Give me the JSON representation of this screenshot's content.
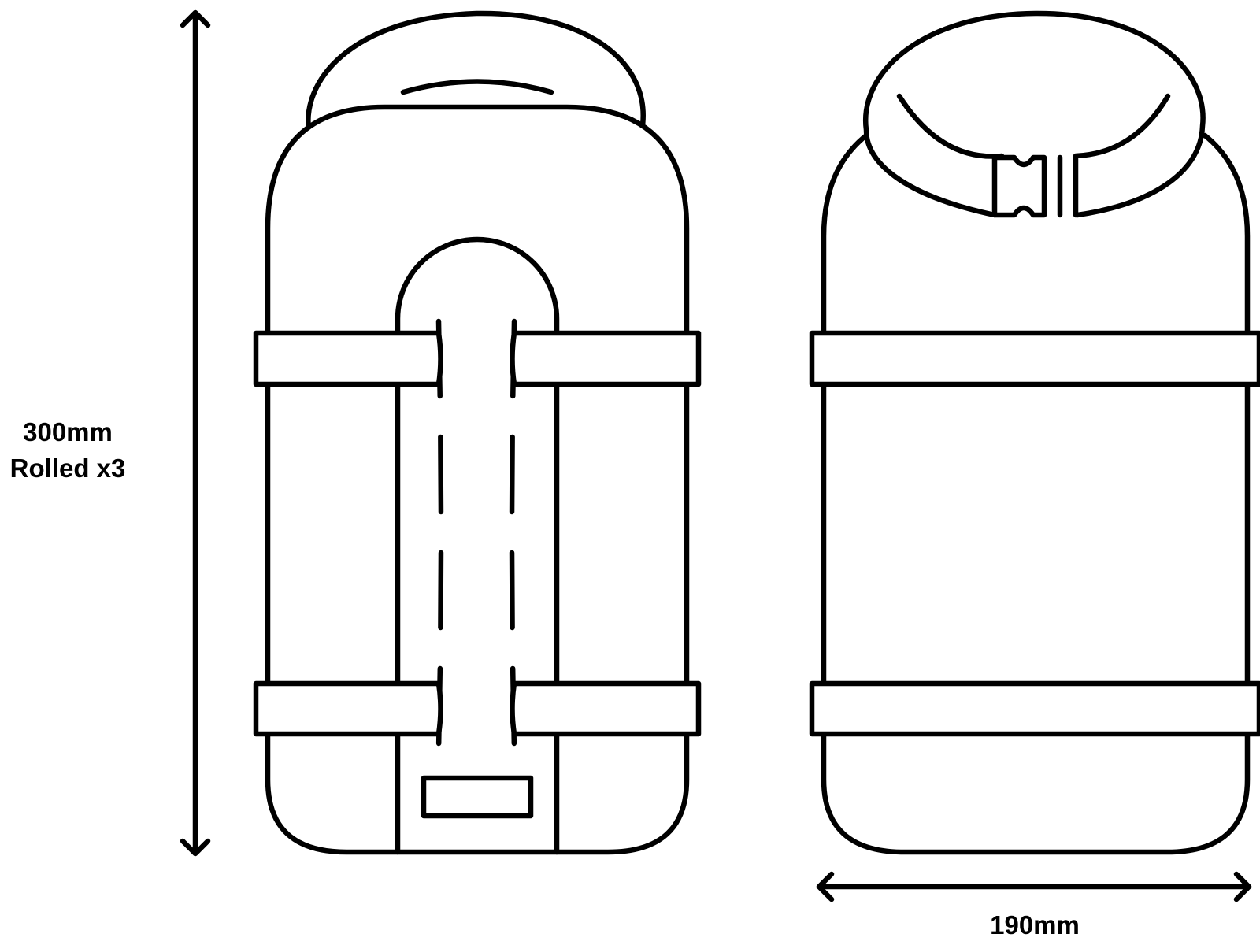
{
  "dimensions": {
    "height": {
      "value": "300mm",
      "note": "Rolled x3"
    },
    "width": {
      "value": "190mm"
    }
  },
  "views": {
    "back": "back-view-dry-bag",
    "side": "side-view-dry-bag"
  },
  "colors": {
    "line": "#000000",
    "background": "#ffffff"
  }
}
